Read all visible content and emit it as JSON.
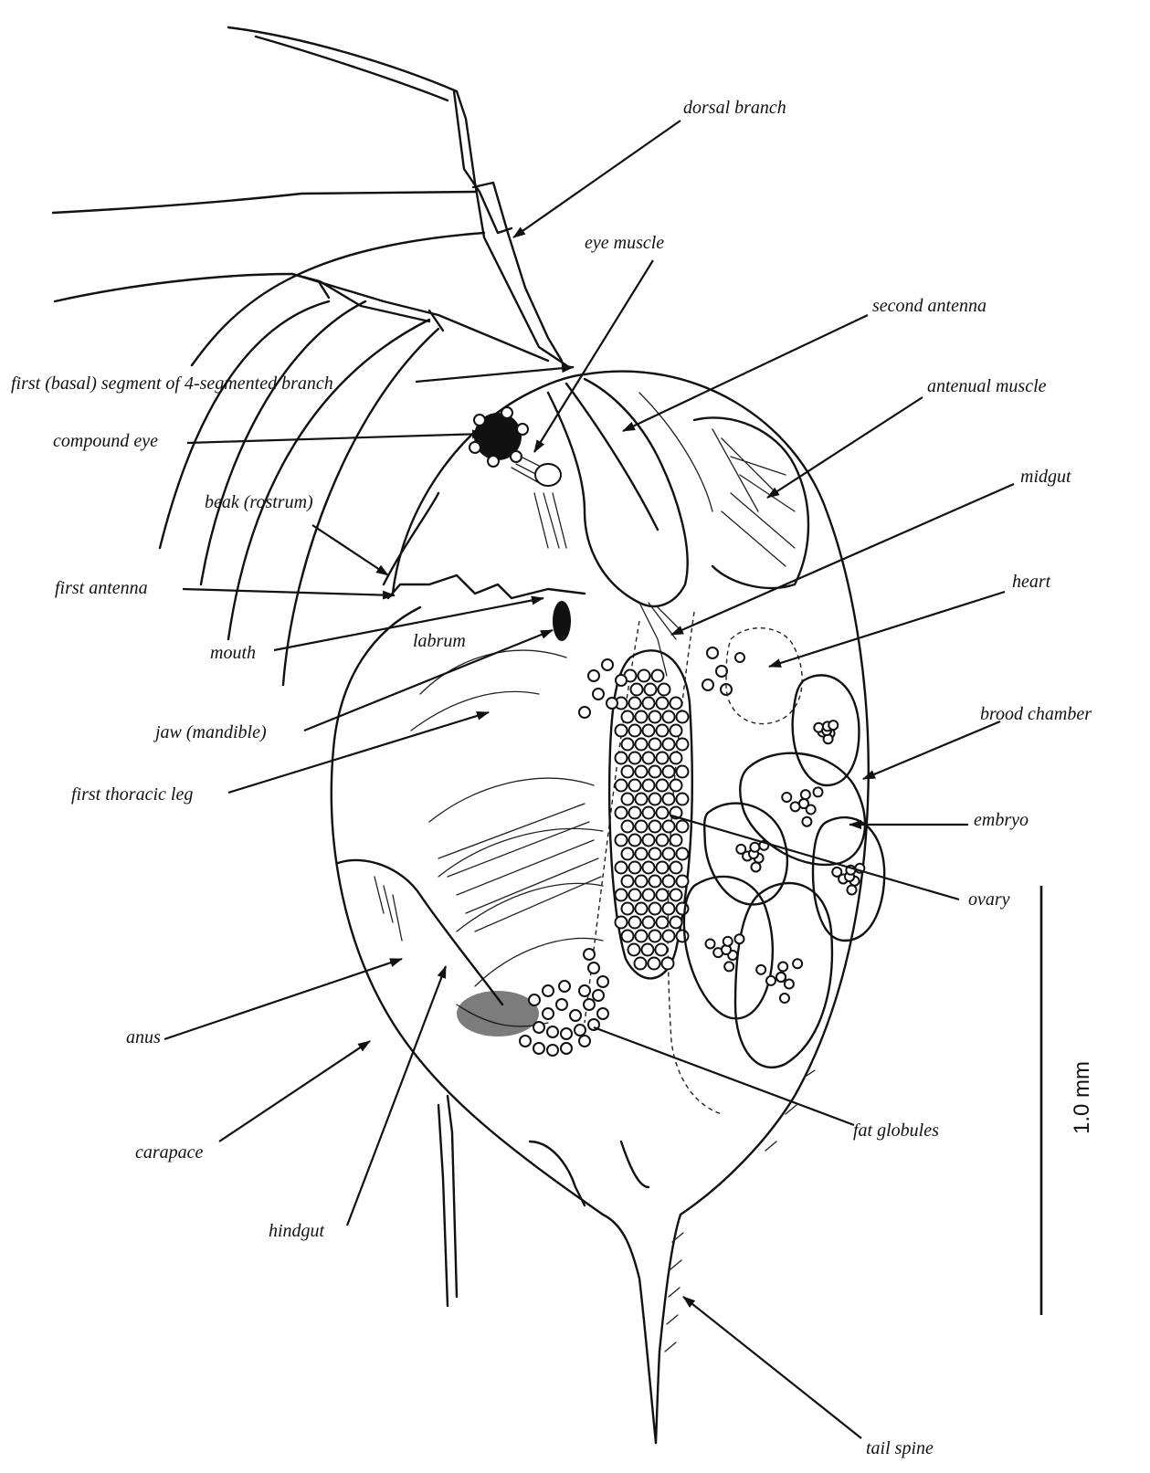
{
  "labels": {
    "dorsal_branch": "dorsal branch",
    "eye_muscle": "eye muscle",
    "second_antenna": "second antenna",
    "first_basal_segment": "first (basal) segment of 4-segmented branch",
    "antenual_muscle": "antenual muscle",
    "compound_eye": "compound eye",
    "midgut": "midgut",
    "beak": "beak (rostrum)",
    "first_antenna": "first antenna",
    "heart": "heart",
    "mouth": "mouth",
    "labrum": "labrum",
    "jaw": "jaw (mandible)",
    "brood_chamber": "brood chamber",
    "first_thoracic_leg": "first thoracic leg",
    "embryo": "embryo",
    "ovary": "ovary",
    "anus": "anus",
    "carapace": "carapace",
    "fat_globules": "fat globules",
    "hindgut": "hindgut",
    "tail_spine": "tail spine"
  },
  "scale_bar": {
    "label": "1.0 mm"
  }
}
